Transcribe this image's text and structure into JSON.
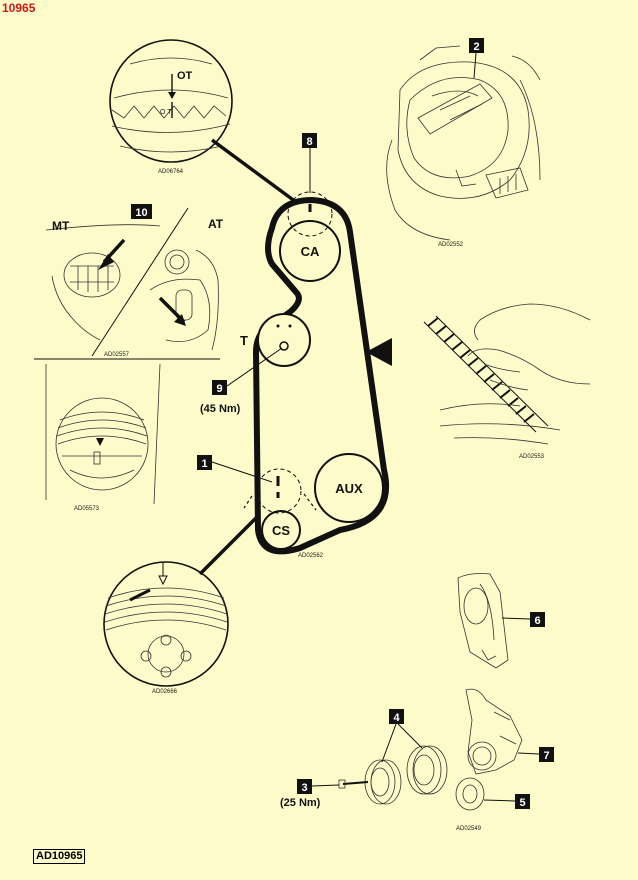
{
  "corner_id": "10965",
  "footer_id": "AD10965",
  "colors": {
    "background": "#fdfbc9",
    "corner_id": "#d01818",
    "belt": "#111111"
  },
  "callouts": {
    "c1": "1",
    "c2": "2",
    "c3": "3",
    "c4": "4",
    "c5": "5",
    "c6": "6",
    "c7": "7",
    "c8": "8",
    "c9": "9",
    "c10": "10"
  },
  "torques": {
    "tensioner": "(45 Nm)",
    "bolt": "(25 Nm)"
  },
  "pulleys": {
    "camshaft": "CA",
    "tensioner": "T",
    "auxiliary": "AUX",
    "crankshaft": "CS"
  },
  "inset_labels": {
    "ot": "OT",
    "mt": "MT",
    "at": "AT",
    "ot_small": "O T"
  },
  "refs": {
    "ad06764": "AD06764",
    "ad02552": "AD02552",
    "ad02557": "AD02557",
    "ad05573": "AD05573",
    "ad02562": "AD02562",
    "ad02553": "AD02553",
    "ad02666": "AD02666",
    "ad02549": "AD02549"
  },
  "icons": {
    "rotation": "rotation-direction-arrow-icon"
  }
}
